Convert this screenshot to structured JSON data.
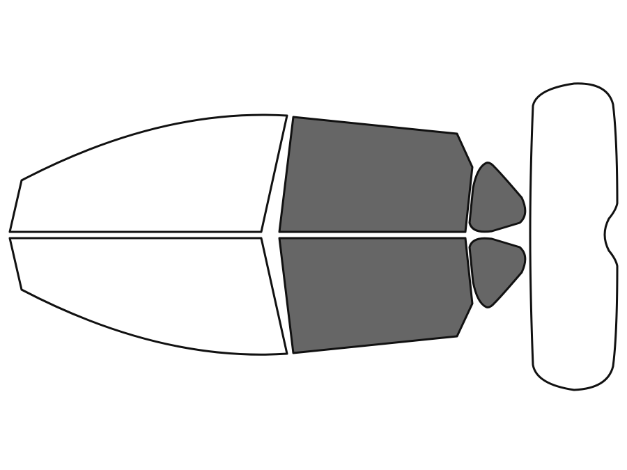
{
  "colors": {
    "background": "#ffffff",
    "outline": "#111111",
    "untinted": "#ffffff",
    "tinted": "#666666"
  },
  "windows": [
    {
      "id": "front-door-window-top",
      "tinted": false
    },
    {
      "id": "front-door-window-bottom",
      "tinted": false
    },
    {
      "id": "rear-door-window-top",
      "tinted": true
    },
    {
      "id": "rear-door-window-bottom",
      "tinted": true
    },
    {
      "id": "quarter-window-top",
      "tinted": true
    },
    {
      "id": "quarter-window-bottom",
      "tinted": true
    },
    {
      "id": "rear-windshield",
      "tinted": false
    }
  ]
}
